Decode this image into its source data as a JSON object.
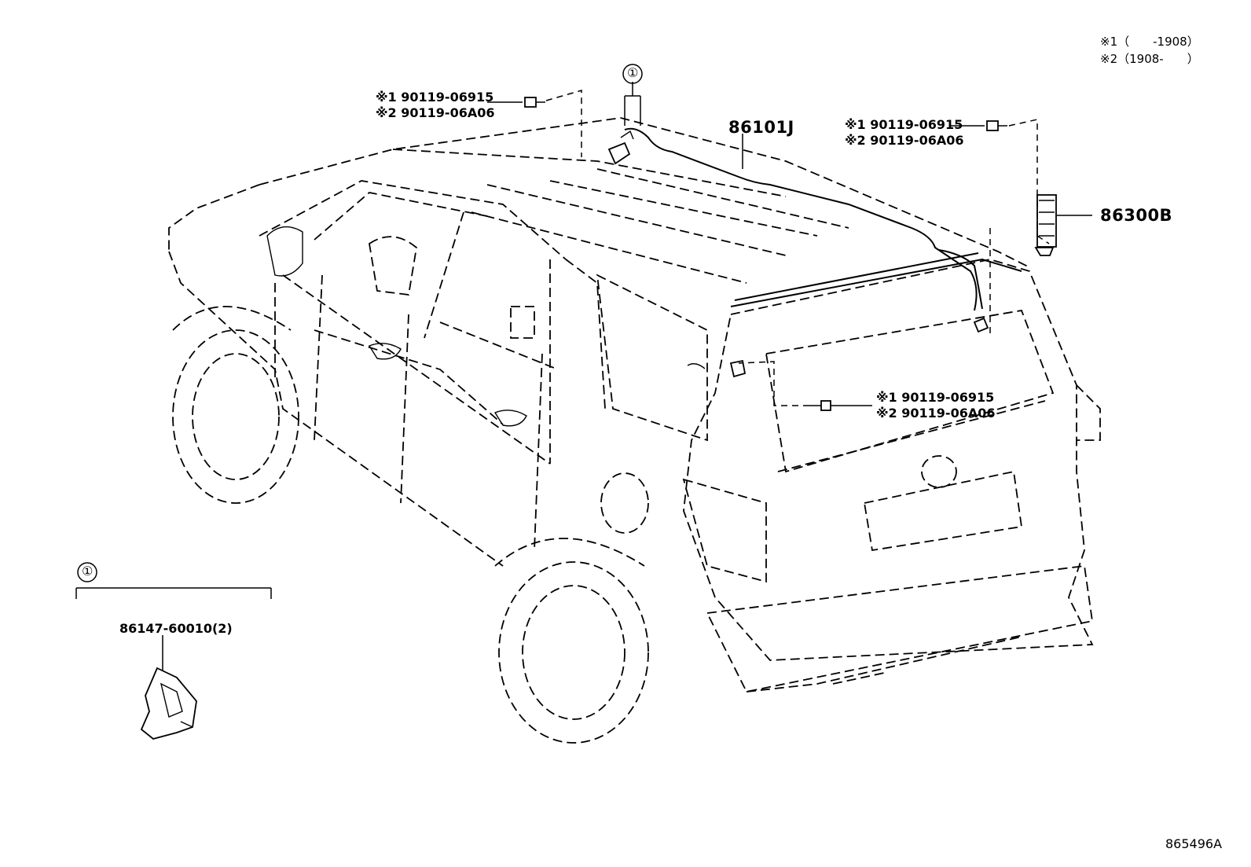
{
  "legend": {
    "line1": "※1（　　-1908）",
    "line2": "※2（1908-　　）"
  },
  "callouts": {
    "bolt_top_left": {
      "line1": "※1 90119-06915",
      "line2": "※2 90119-06A06"
    },
    "bolt_top_right": {
      "line1": "※1 90119-06915",
      "line2": "※2 90119-06A06"
    },
    "bolt_middle": {
      "line1": "※1 90119-06915",
      "line2": "※2 90119-06A06"
    }
  },
  "parts": {
    "antenna_cable": "86101J",
    "amplifier": "86300B",
    "clip": "86147-60010(2)"
  },
  "reference_marker": "①",
  "figure_id": "865496A"
}
